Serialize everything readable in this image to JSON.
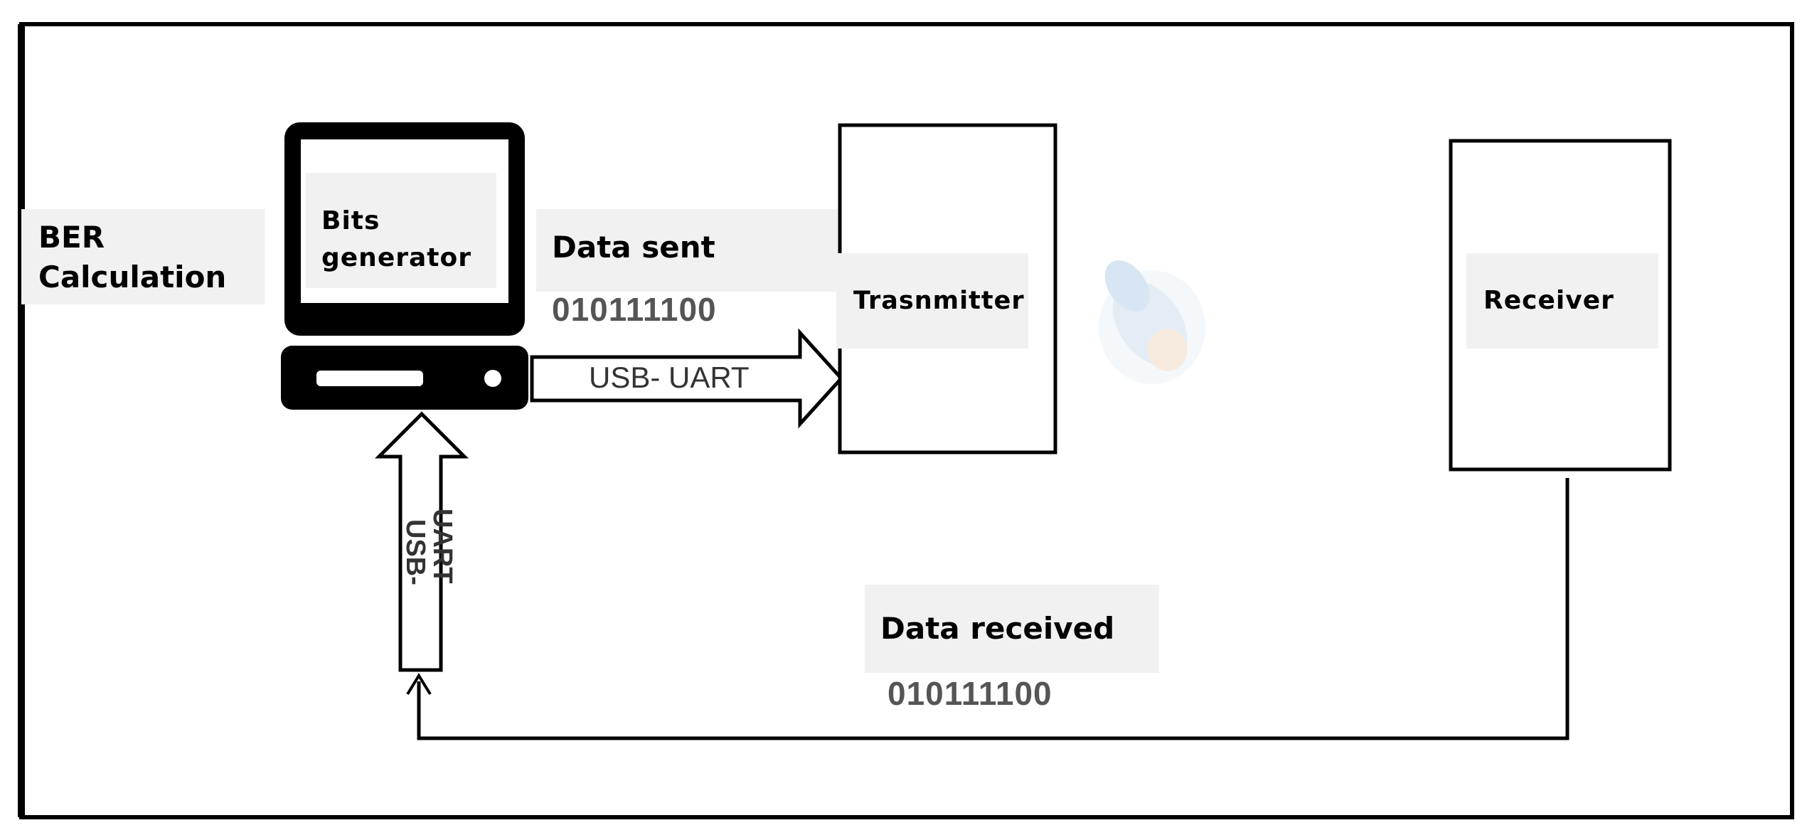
{
  "diagram": {
    "ber_label_line1": "BER",
    "ber_label_line2": "Calculation",
    "pc_label_line1": "Bits",
    "pc_label_line2": "generator",
    "data_sent_label": "Data sent",
    "data_sent_bits": "010111100",
    "usb_uart_label": "USB- UART",
    "usb_uart_vertical_line1": "USB-",
    "usb_uart_vertical_line2": "UART",
    "transmitter_label": "Trasnmitter",
    "receiver_label": "Receiver",
    "data_received_label": "Data received",
    "data_received_bits": "010111100"
  }
}
